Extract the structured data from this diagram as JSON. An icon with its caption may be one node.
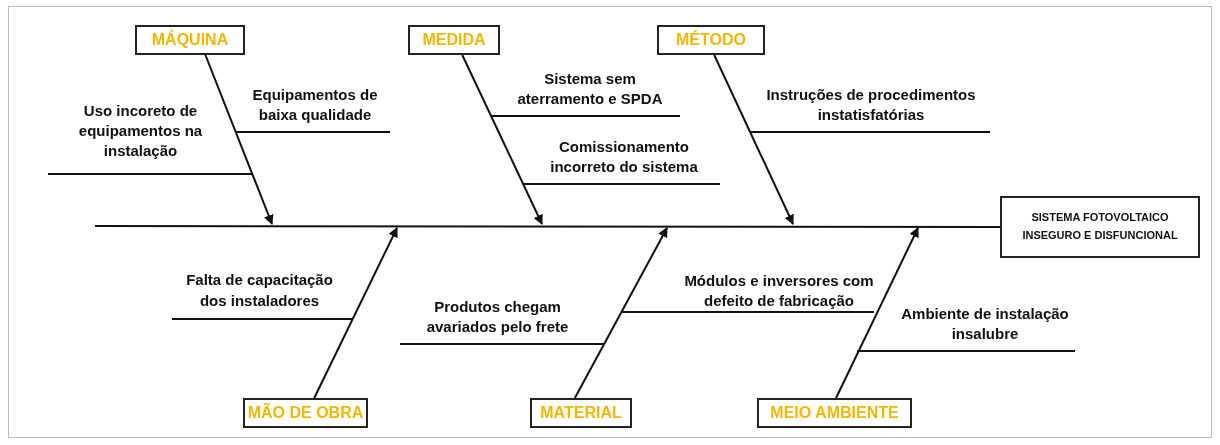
{
  "diagram": {
    "nodes": [
      {
        "text": [
          "MÁQUINA"
        ]
      },
      {
        "text": [
          "MEDIDA"
        ]
      },
      {
        "text": [
          "MÉTODO"
        ]
      },
      {
        "text": [
          "MÃO DE OBRA"
        ]
      },
      {
        "text": [
          "MATERIAL"
        ]
      },
      {
        "text": [
          "MEIO AMBIENTE"
        ]
      },
      {
        "text": [
          "SISTEMA FOTOVOLTAICO INSEGURO E DISFUNCIONAL"
        ]
      },
      {
        "text": [
          "Uso incoreto de equipamentos na instalação"
        ]
      },
      {
        "text": [
          "Equipamentos de baixa qualidade"
        ]
      },
      {
        "text": [
          "Sistema sem aterramento e SPDA"
        ]
      },
      {
        "text": [
          "Comissionamento incorreto do sistema"
        ]
      },
      {
        "text": [
          "Instruções de procedimentos instatisfatórias"
        ]
      },
      {
        "text": [
          "Falta de capacitação dos instaladores"
        ]
      },
      {
        "text": [
          "Produtos chegam avariados pelo frete"
        ]
      },
      {
        "text": [
          "Módulos e inversores com defeito de fabricação"
        ]
      },
      {
        "text": [
          "Ambiente de instalação insalubre"
        ]
      }
    ],
    "edges": [
      {
        "from": null,
        "to": 6,
        "arrow": "none"
      },
      {
        "from": 0,
        "to": null,
        "arrow": "to"
      },
      {
        "from": 1,
        "to": null,
        "arrow": "to"
      },
      {
        "from": 2,
        "to": null,
        "arrow": "to"
      },
      {
        "from": 3,
        "to": null,
        "arrow": "to"
      },
      {
        "from": 4,
        "to": null,
        "arrow": "to"
      },
      {
        "from": 5,
        "to": null,
        "arrow": "to"
      },
      {
        "from": 7,
        "to": null,
        "arrow": "none"
      },
      {
        "from": 8,
        "to": null,
        "arrow": "none"
      },
      {
        "from": 9,
        "to": null,
        "arrow": "none"
      },
      {
        "from": 10,
        "to": null,
        "arrow": "none"
      },
      {
        "from": 11,
        "to": null,
        "arrow": "none"
      },
      {
        "from": 12,
        "to": null,
        "arrow": "none"
      },
      {
        "from": 13,
        "to": null,
        "arrow": "none"
      },
      {
        "from": 14,
        "to": null,
        "arrow": "none"
      },
      {
        "from": 15,
        "to": null,
        "arrow": "none"
      }
    ]
  }
}
